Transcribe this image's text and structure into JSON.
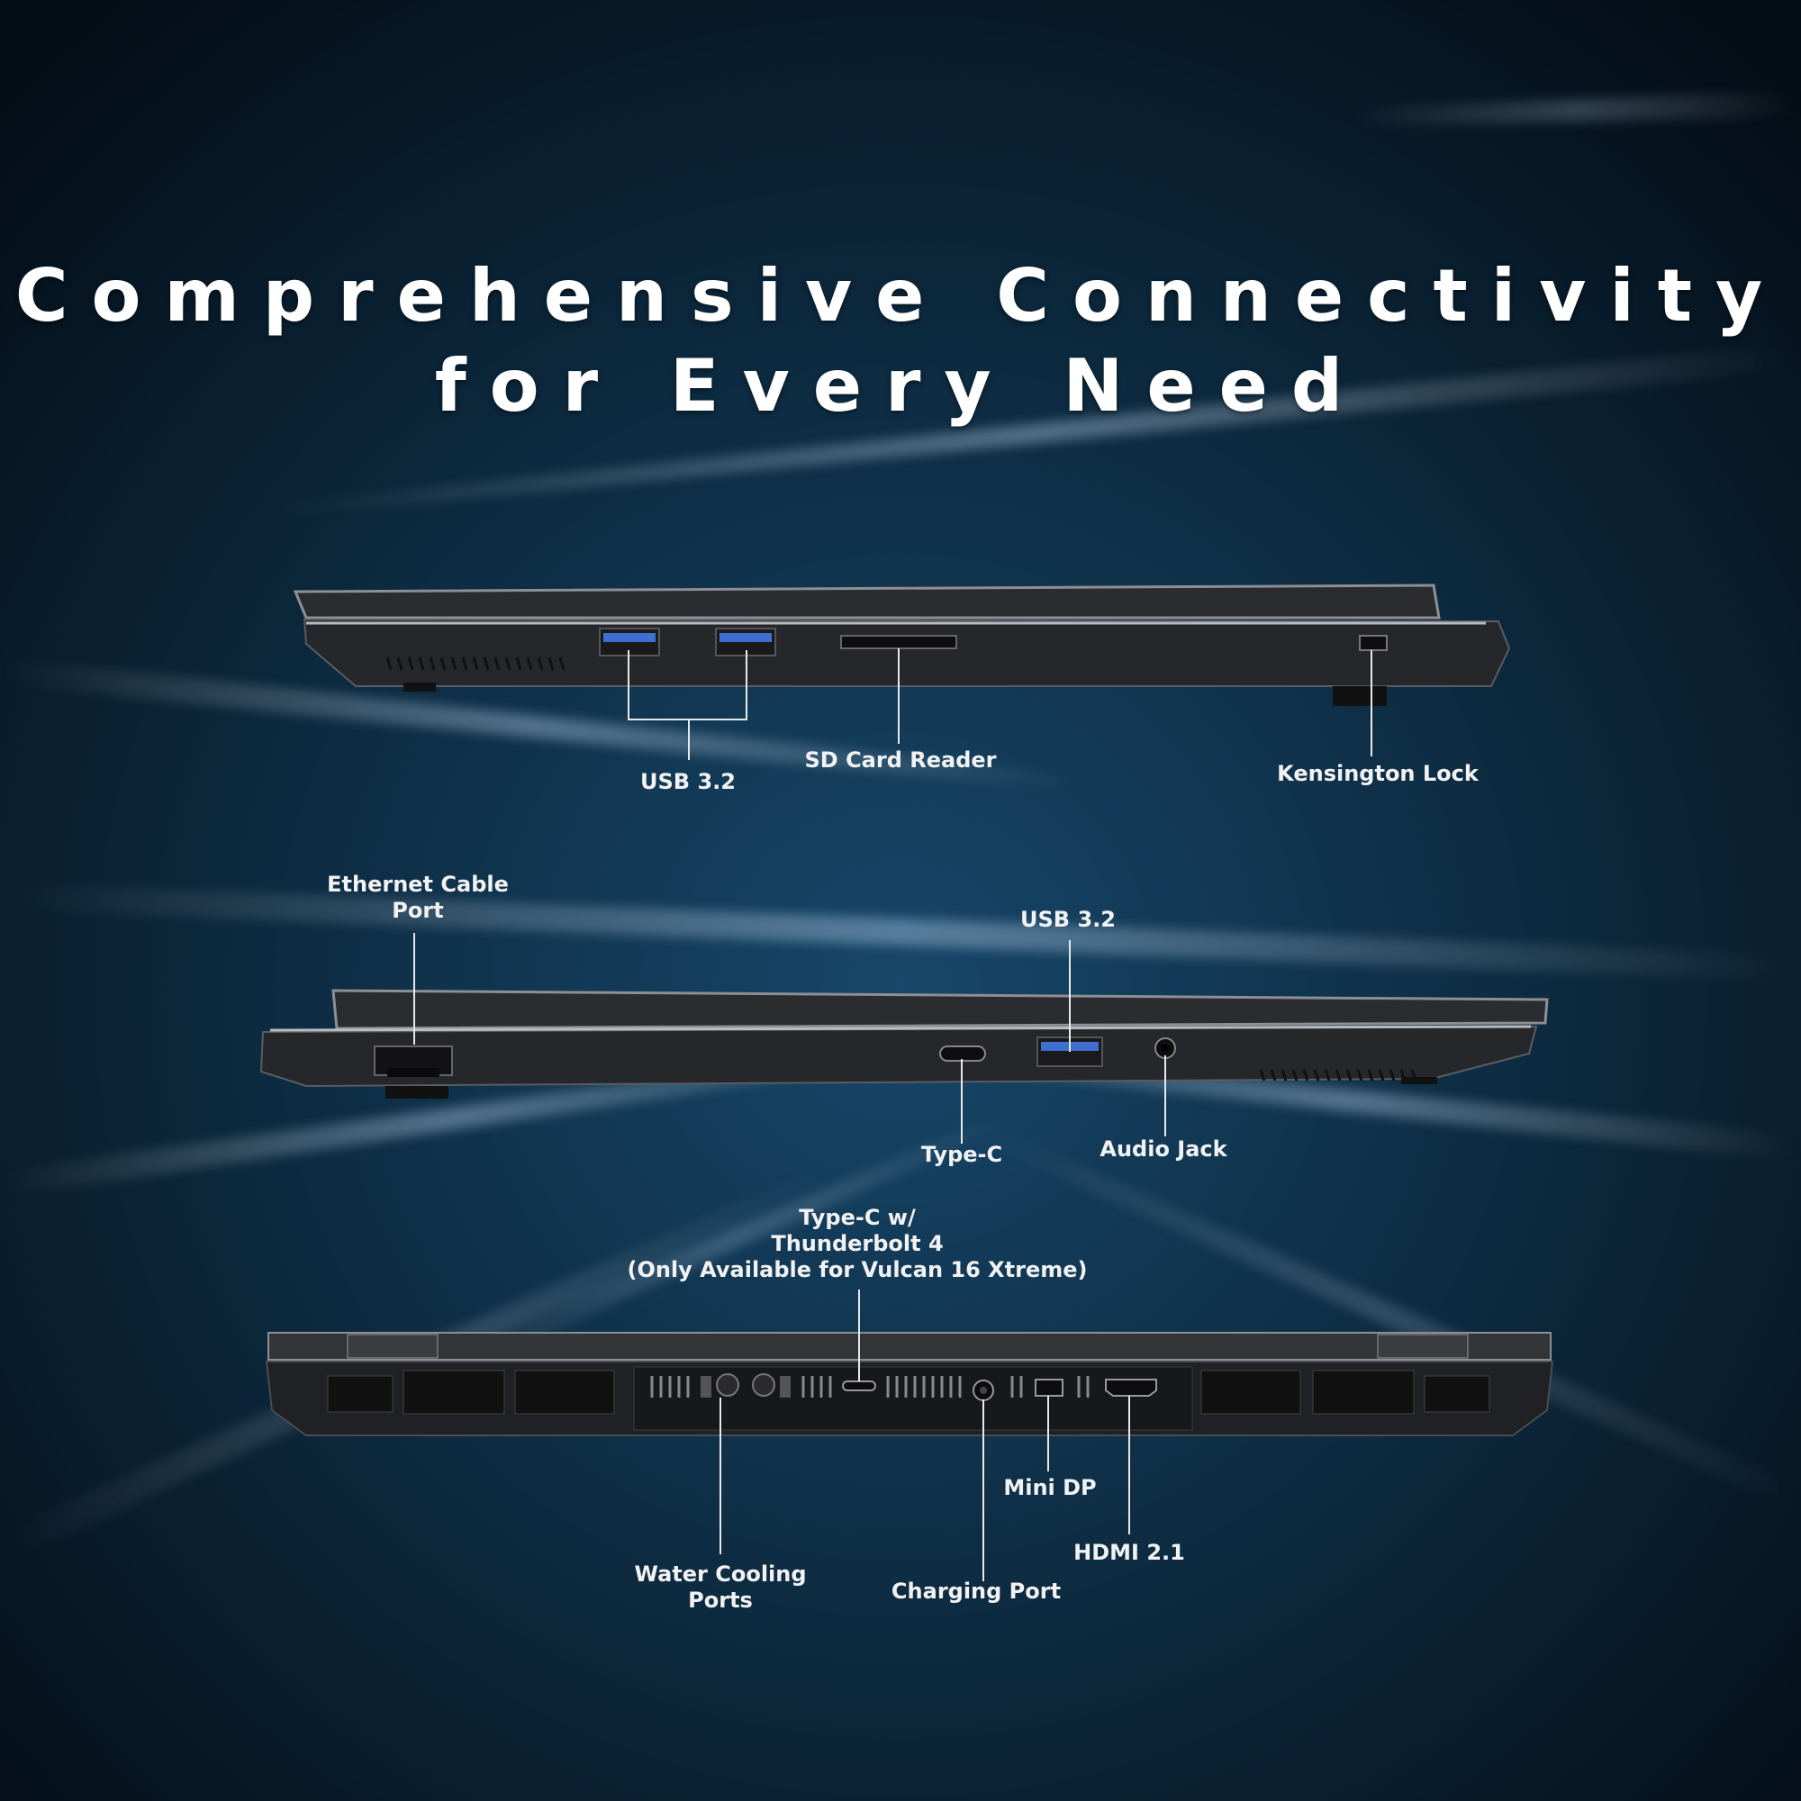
{
  "heading": {
    "line1": "Comprehensive Connectivity",
    "line2": "for Every Need"
  },
  "views": {
    "right_side": {
      "labels": {
        "usb": "USB 3.2",
        "sd_card": "SD Card Reader",
        "kensington": "Kensington Lock"
      }
    },
    "left_side": {
      "labels": {
        "ethernet_1": "Ethernet Cable",
        "ethernet_2": "Port",
        "usb": "USB 3.2",
        "type_c": "Type-C",
        "audio": "Audio Jack"
      }
    },
    "rear": {
      "labels": {
        "thunderbolt_1": "Type-C w/",
        "thunderbolt_2": "Thunderbolt 4",
        "thunderbolt_3": "(Only Available for Vulcan 16 Xtreme)",
        "water_1": "Water Cooling",
        "water_2": "Ports",
        "charging": "Charging Port",
        "mini_dp": "Mini DP",
        "hdmi": "HDMI 2.1"
      }
    }
  },
  "colors": {
    "background": "#061420",
    "chassis": "#2a2b2e",
    "port_usb": "#3f6fd0",
    "label": "#f2f2f2"
  }
}
